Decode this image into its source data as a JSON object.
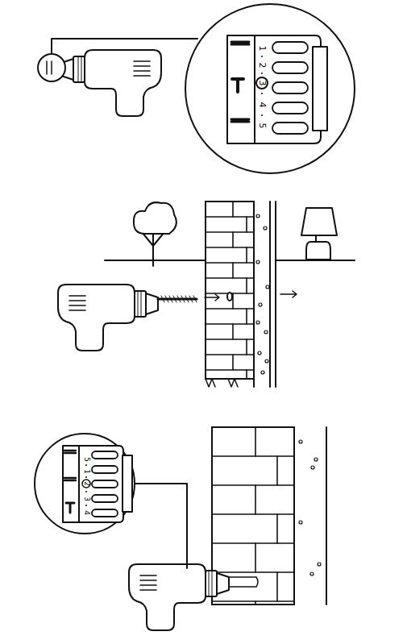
{
  "diagram": {
    "labels": [
      "1",
      "2",
      "3",
      "4",
      "5",
      "5",
      "1",
      "2",
      "3",
      "4"
    ]
  }
}
